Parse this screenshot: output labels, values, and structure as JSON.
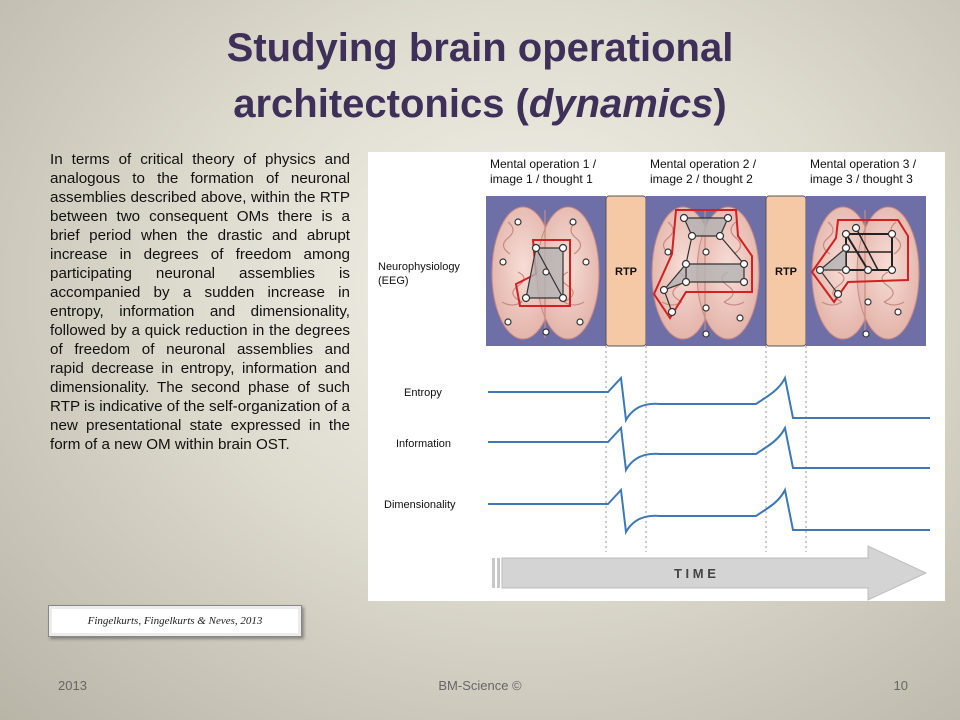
{
  "slide": {
    "title_line1": "Studying brain operational",
    "title_line2_pre": "architectonics (",
    "title_line2_em": "dynamics",
    "title_line2_post": ")",
    "body": "In terms of critical theory of physics and analogous to the formation of neuronal assemblies described above, within the RTP between two consequent OMs there is a brief period when the drastic and abrupt increase in degrees of freedom among participating neuronal assemblies is accompanied by a sudden increase in entropy, information and dimensionality, followed by a quick reduction in the degrees of freedom of neuronal assemblies and rapid decrease in entropy, information and dimensionality. The second phase of such RTP is indicative of the self-organization of a new presentational state expressed in the form of a new OM within brain OST.",
    "citation": "Fingelkurts, Fingelkurts & Neves, 2013"
  },
  "figure": {
    "operations": [
      {
        "line1": "Mental operation 1 /",
        "line2": "image 1 / thought 1"
      },
      {
        "line1": "Mental operation 2 /",
        "line2": "image 2 / thought 2"
      },
      {
        "line1": "Mental operation 3 /",
        "line2": "image 3 / thought 3"
      }
    ],
    "rtp_label": "RTP",
    "row_labels": {
      "eeg_line1": "Neurophysiology",
      "eeg_line2": "(EEG)",
      "entropy": "Entropy",
      "information": "Information",
      "dimensionality": "Dimensionality"
    },
    "time_label": "T I M E",
    "colors": {
      "brain_panel": "#6f6fa8",
      "rtp_fill": "#f5c9a5",
      "signal_line": "#3f78b8",
      "assembly_outline": "#d42020",
      "time_arrow": "#d4d4d4"
    }
  },
  "footer": {
    "year": "2013",
    "center": "BM-Science ©",
    "page": "10"
  }
}
